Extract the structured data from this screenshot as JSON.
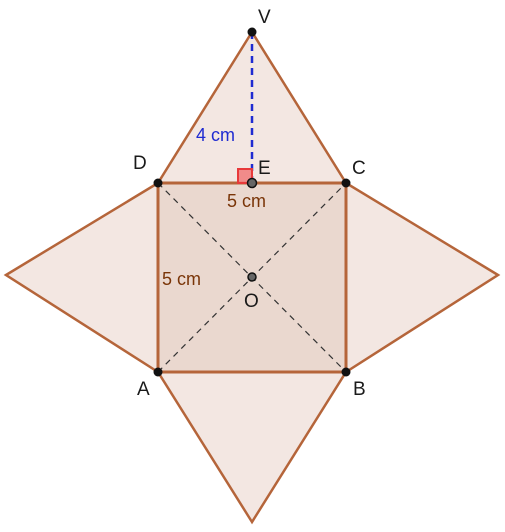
{
  "points": {
    "V": "V",
    "D": "D",
    "C": "C",
    "E": "E",
    "O": "O",
    "A": "A",
    "B": "B"
  },
  "measurements": {
    "height_VE": "4 cm",
    "side_DC": "5 cm",
    "side_AD": "5 cm"
  },
  "colors": {
    "face_fill": "#f3e7e2",
    "base_fill": "#ead8cf",
    "edge_stroke": "#b5653a",
    "height_line": "#1f2bd1",
    "height_text": "#1f2bd1",
    "dim_text": "#7a3508",
    "right_angle": "#e8393a",
    "point": "#111111"
  }
}
